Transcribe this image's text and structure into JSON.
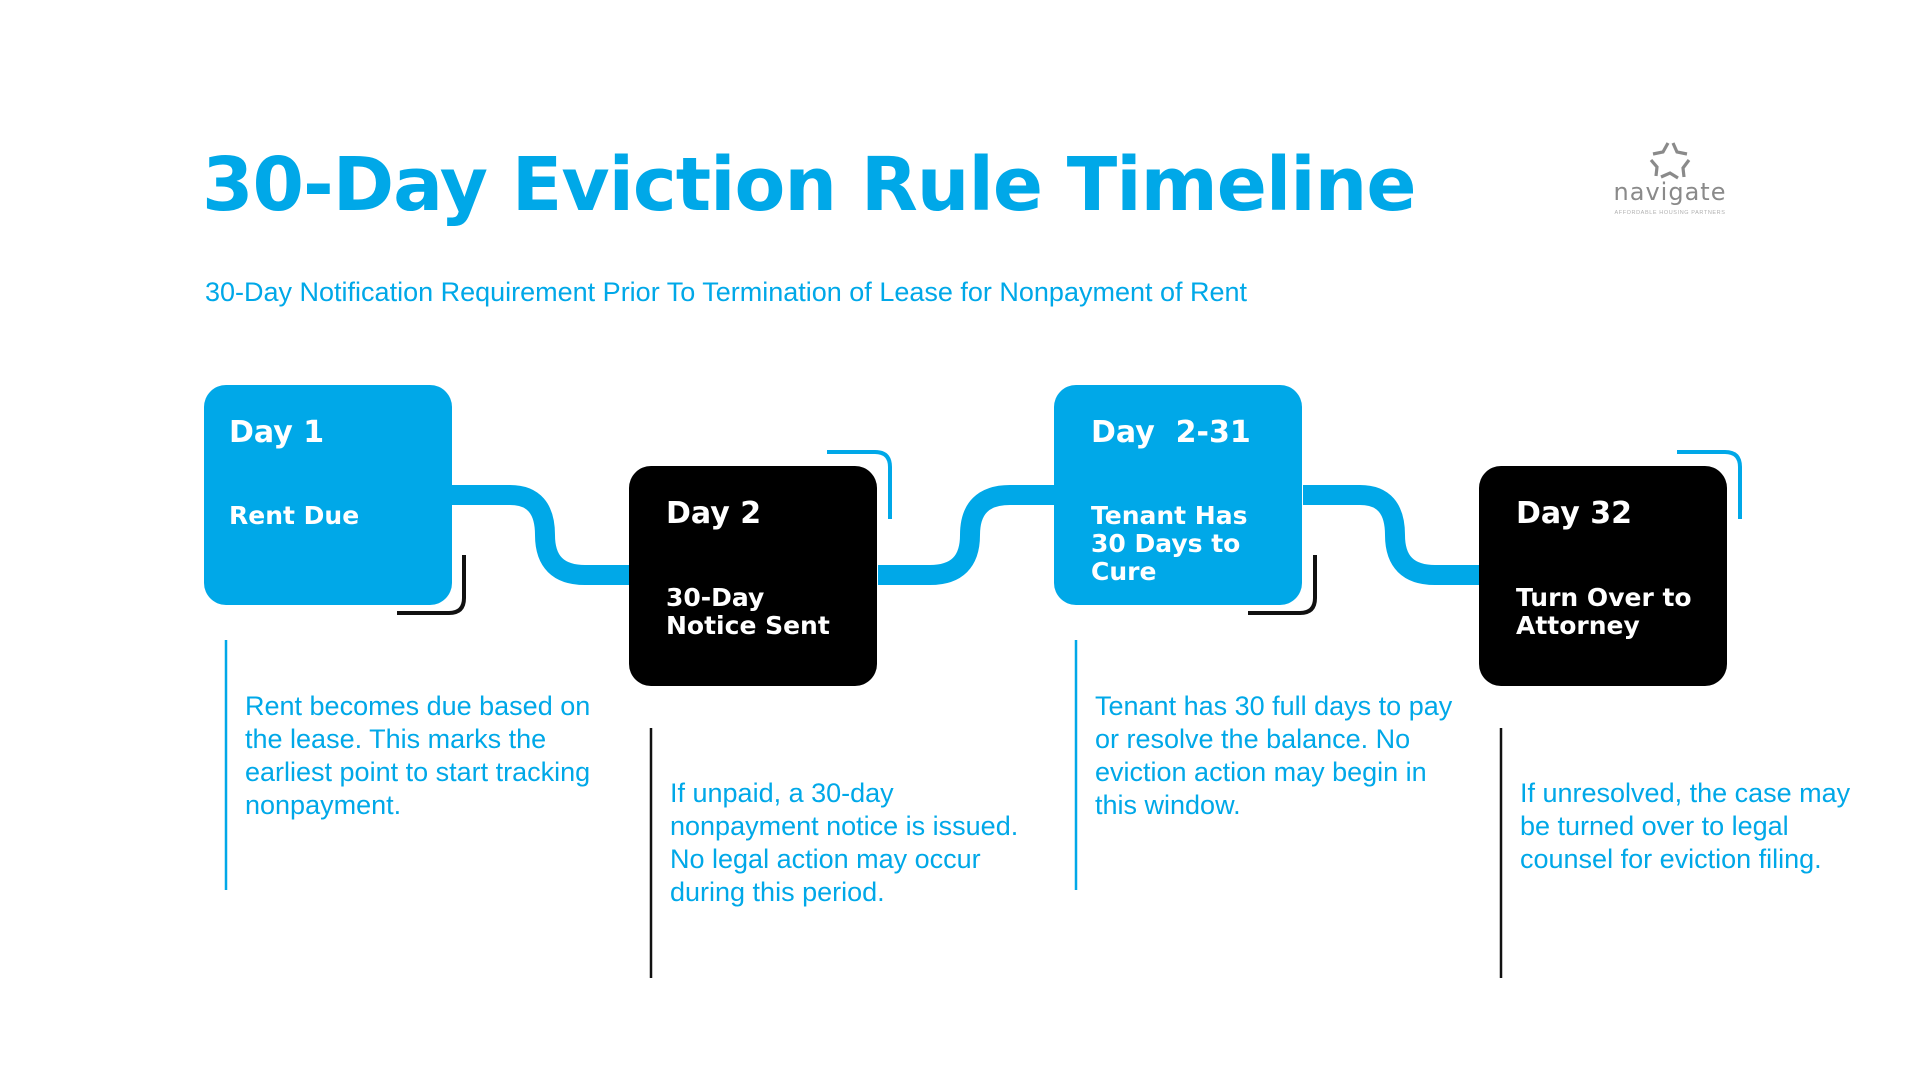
{
  "header": {
    "title": "30-Day Eviction Rule Timeline",
    "subtitle": "30-Day Notification Requirement Prior To Termination of Lease for Nonpayment of Rent"
  },
  "logo": {
    "name": "navigate",
    "tagline": "AFFORDABLE HOUSING PARTNERS",
    "icon": "navigate-star-icon"
  },
  "colors": {
    "accent": "#00A8E8",
    "dark": "#000000",
    "background": "#FFFFFF"
  },
  "timeline": [
    {
      "day": "Day 1",
      "title": "Rent Due",
      "description": "Rent becomes due based on the lease. This marks the earliest point to start tracking nonpayment.",
      "style": "accent"
    },
    {
      "day": "Day 2",
      "title": "30-Day Notice Sent",
      "description": "If unpaid, a 30-day nonpayment notice is issued. No legal action may occur during this period.",
      "style": "dark"
    },
    {
      "day": "Day  2-31",
      "title": "Tenant Has 30 Days to Cure",
      "description": "Tenant has 30 full days to pay or resolve the balance. No eviction action may begin in this window.",
      "style": "accent"
    },
    {
      "day": "Day 32",
      "title": "Turn Over to Attorney",
      "description": "If unresolved, the case may be turned over to legal counsel for eviction filing.",
      "style": "dark"
    }
  ]
}
